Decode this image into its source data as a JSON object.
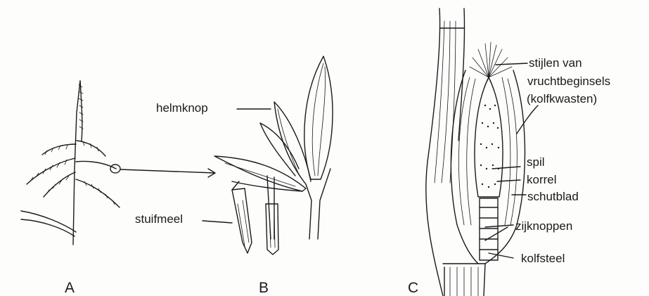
{
  "panels": [
    {
      "id": "A",
      "label": "A"
    },
    {
      "id": "B",
      "label": "B"
    },
    {
      "id": "C",
      "label": "C"
    }
  ],
  "labels": {
    "helmknop": "helmknop",
    "stuifmeel": "stuifmeel",
    "stijlen_line1": "stijlen van",
    "stijlen_line2": "vruchtbeginsels",
    "stijlen_line3": "(kolfkwasten)",
    "spil": "spil",
    "korrel": "korrel",
    "schutblad": "schutblad",
    "zijknoppen": "zijknoppen",
    "kolfsteel": "kolfsteel"
  },
  "colors": {
    "ink": "#1a1a1a",
    "paper": "#fdfdfc"
  }
}
